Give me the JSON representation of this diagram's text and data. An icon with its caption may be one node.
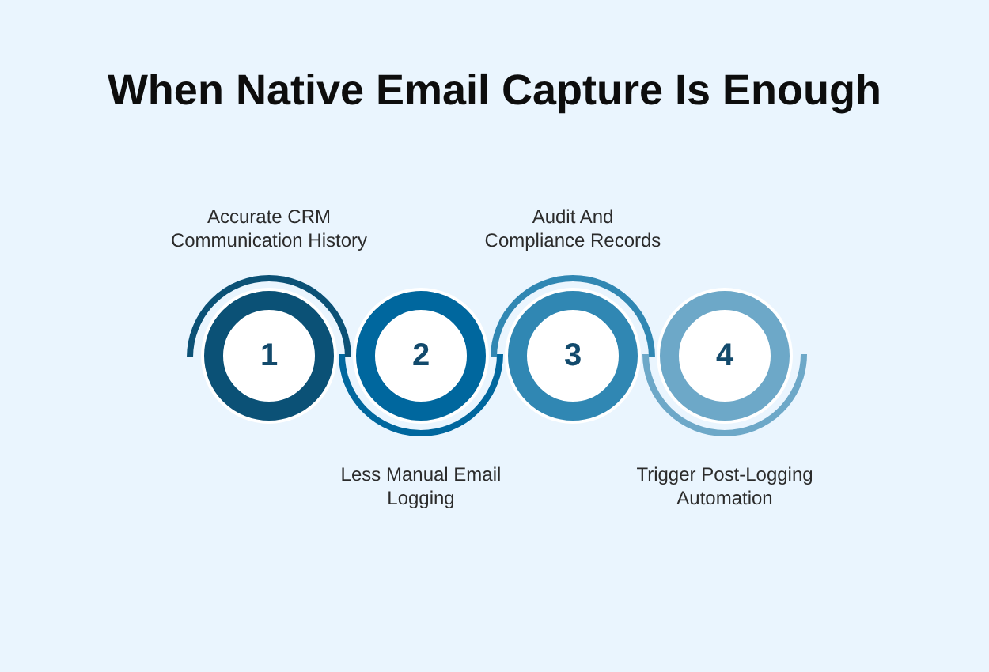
{
  "diagram": {
    "title": "When Native Email Capture Is Enough",
    "nodes": [
      {
        "text": [
          "1"
        ],
        "beside": [
          "Accurate CRM Communication History"
        ]
      },
      {
        "text": [
          "2"
        ],
        "beside": [
          "Less Manual Email Logging"
        ]
      },
      {
        "text": [
          "3"
        ],
        "beside": [
          "Audit And Compliance Records"
        ]
      },
      {
        "text": [
          "4"
        ],
        "beside": [
          "Trigger Post-Logging Automation"
        ]
      }
    ]
  }
}
